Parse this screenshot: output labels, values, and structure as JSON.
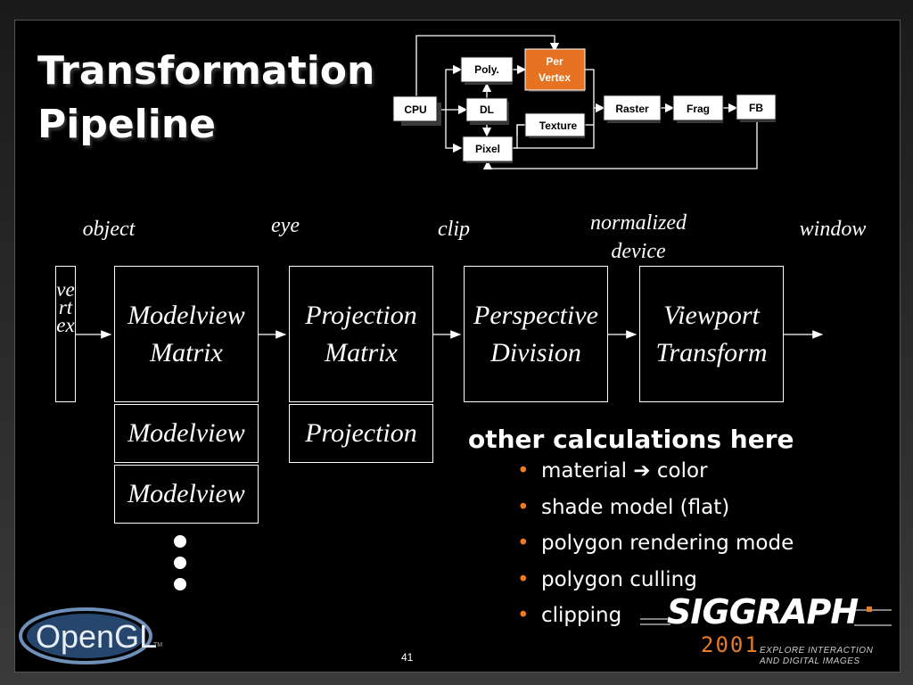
{
  "title": {
    "line1": "Transformation",
    "line2": "Pipeline"
  },
  "mini_pipeline": {
    "cpu": "CPU",
    "poly": "Poly.",
    "per_vertex_line1": "Per",
    "per_vertex_line2": "Vertex",
    "dl": "DL",
    "texture": "Texture",
    "pixel": "Pixel",
    "raster": "Raster",
    "frag": "Frag",
    "fb": "FB",
    "highlight_color": "#e57321"
  },
  "coord_labels": {
    "object": "object",
    "eye": "eye",
    "clip": "clip",
    "normalized_line1": "normalized",
    "normalized_line2": "device",
    "window": "window"
  },
  "vertex_label": "vertex",
  "stages": {
    "modelview": {
      "line1": "Modelview",
      "line2": "Matrix"
    },
    "projection": {
      "line1": "Projection",
      "line2": "Matrix"
    },
    "perspective": {
      "line1": "Perspective",
      "line2": "Division"
    },
    "viewport": {
      "line1": "Viewport",
      "line2": "Transform"
    }
  },
  "stacks": {
    "modelview_1": "Modelview",
    "modelview_2": "Modelview",
    "projection_1": "Projection"
  },
  "calculations": {
    "heading": "other calculations here",
    "items": [
      "material ➔ color",
      "shade model (flat)",
      "polygon rendering mode",
      "polygon culling",
      "clipping"
    ],
    "bullet_color": "#f07a1e"
  },
  "footer": {
    "logo_text": "OpenGL",
    "logo_tm": "TM",
    "page_number": "41",
    "siggraph_title": "SIGGRAPH",
    "siggraph_year": "2001",
    "siggraph_tag_line1": "EXPLORE INTERACTION",
    "siggraph_tag_line2": "AND DIGITAL IMAGES"
  }
}
